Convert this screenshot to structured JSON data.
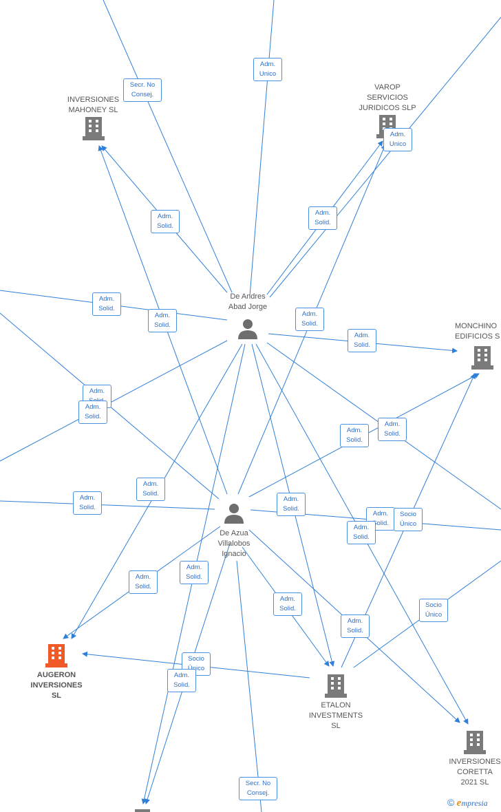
{
  "nodes": {
    "inversiones_mahoney": {
      "label": "INVERSIONES\nMAHONEY SL",
      "kind": "company"
    },
    "varop": {
      "label": "VAROP\nSERVICIOS\nJURIDICOS SLP",
      "kind": "company"
    },
    "monchino": {
      "label": "MONCHINO\nEDIFICIOS S",
      "kind": "company"
    },
    "de_andres": {
      "label": "De Andres\nAbad Jorge",
      "kind": "person"
    },
    "de_azua": {
      "label": "De Azua\nVillalobos\nIgnacio",
      "kind": "person"
    },
    "augeron": {
      "label": "AUGERON\nINVERSIONES\nSL",
      "kind": "company-focus"
    },
    "etalon": {
      "label": "ETALON\nINVESTMENTS\nSL",
      "kind": "company"
    },
    "coretta": {
      "label": "INVERSIONES\nCORETTA\n2021 SL",
      "kind": "company"
    }
  },
  "edge_labels": [
    {
      "id": "e1",
      "text": "Secr. No\nConsej."
    },
    {
      "id": "e2",
      "text": "Adm.\nUnico"
    },
    {
      "id": "e3",
      "text": "Adm.\nUnico"
    },
    {
      "id": "e4",
      "text": "Adm.\nSolid."
    },
    {
      "id": "e5",
      "text": "Adm.\nSolid."
    },
    {
      "id": "e6",
      "text": "Adm.\nSolid."
    },
    {
      "id": "e7",
      "text": "Adm.\nSolid."
    },
    {
      "id": "e8",
      "text": "Adm.\nSolid."
    },
    {
      "id": "e9",
      "text": "Adm.\nSolid."
    },
    {
      "id": "e10",
      "text": "Adm.\nSolid."
    },
    {
      "id": "e11",
      "text": "Adm.\nSolid."
    },
    {
      "id": "e12",
      "text": "Adm.\nSolid."
    },
    {
      "id": "e13",
      "text": "Adm.\nSolid."
    },
    {
      "id": "e14",
      "text": "Adm.\nSolid."
    },
    {
      "id": "e15",
      "text": "Adm.\nSolid."
    },
    {
      "id": "e16",
      "text": "Adm.\nSolid."
    },
    {
      "id": "e17",
      "text": "Adm.\nSolid."
    },
    {
      "id": "e18",
      "text": "Socio\nÚnico"
    },
    {
      "id": "e19",
      "text": "Adm.\nSolid."
    },
    {
      "id": "e20",
      "text": "Adm.\nSolid."
    },
    {
      "id": "e21",
      "text": "Adm.\nSolid."
    },
    {
      "id": "e22",
      "text": "Adm.\nSolid."
    },
    {
      "id": "e23",
      "text": "Socio\nÚnico"
    },
    {
      "id": "e24",
      "text": "Adm.\nSolid."
    },
    {
      "id": "e25",
      "text": "Socio\nÚnico"
    },
    {
      "id": "e26",
      "text": "Adm.\nSolid."
    },
    {
      "id": "e27",
      "text": "Secr. No\nConsej."
    }
  ],
  "brand": {
    "copyright": "©",
    "e": "e",
    "rest": "mpresia"
  },
  "colors": {
    "edge": "#2f7fd8",
    "company": "#7a7a7a",
    "focus": "#f05a28"
  }
}
